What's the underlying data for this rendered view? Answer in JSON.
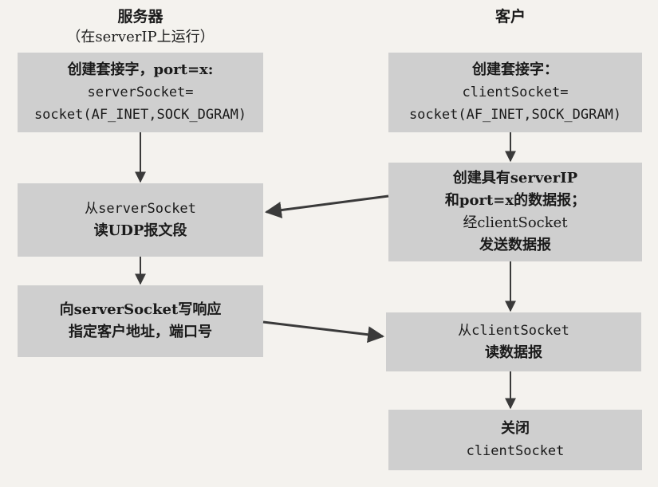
{
  "server": {
    "title": "服务器",
    "subtitle": "（在serverIP上运行）",
    "boxes": [
      {
        "lines": [
          "创建套接字，port=x:",
          "serverSocket=",
          "socket(AF_INET,SOCK_DGRAM)"
        ]
      },
      {
        "lines": [
          "从serverSocket",
          "读UDP报文段"
        ]
      },
      {
        "lines": [
          "向serverSocket写响应",
          "指定客户地址，端口号"
        ]
      }
    ]
  },
  "client": {
    "title": "客户",
    "boxes": [
      {
        "lines": [
          "创建套接字：",
          "clientSocket=",
          "socket(AF_INET,SOCK_DGRAM)"
        ]
      },
      {
        "lines": [
          "创建具有serverIP",
          "和port=x的数据报；",
          "经clientSocket",
          "发送数据报"
        ]
      },
      {
        "lines": [
          "从clientSocket",
          "读数据报"
        ]
      },
      {
        "lines": [
          "关闭",
          "clientSocket"
        ]
      }
    ]
  }
}
